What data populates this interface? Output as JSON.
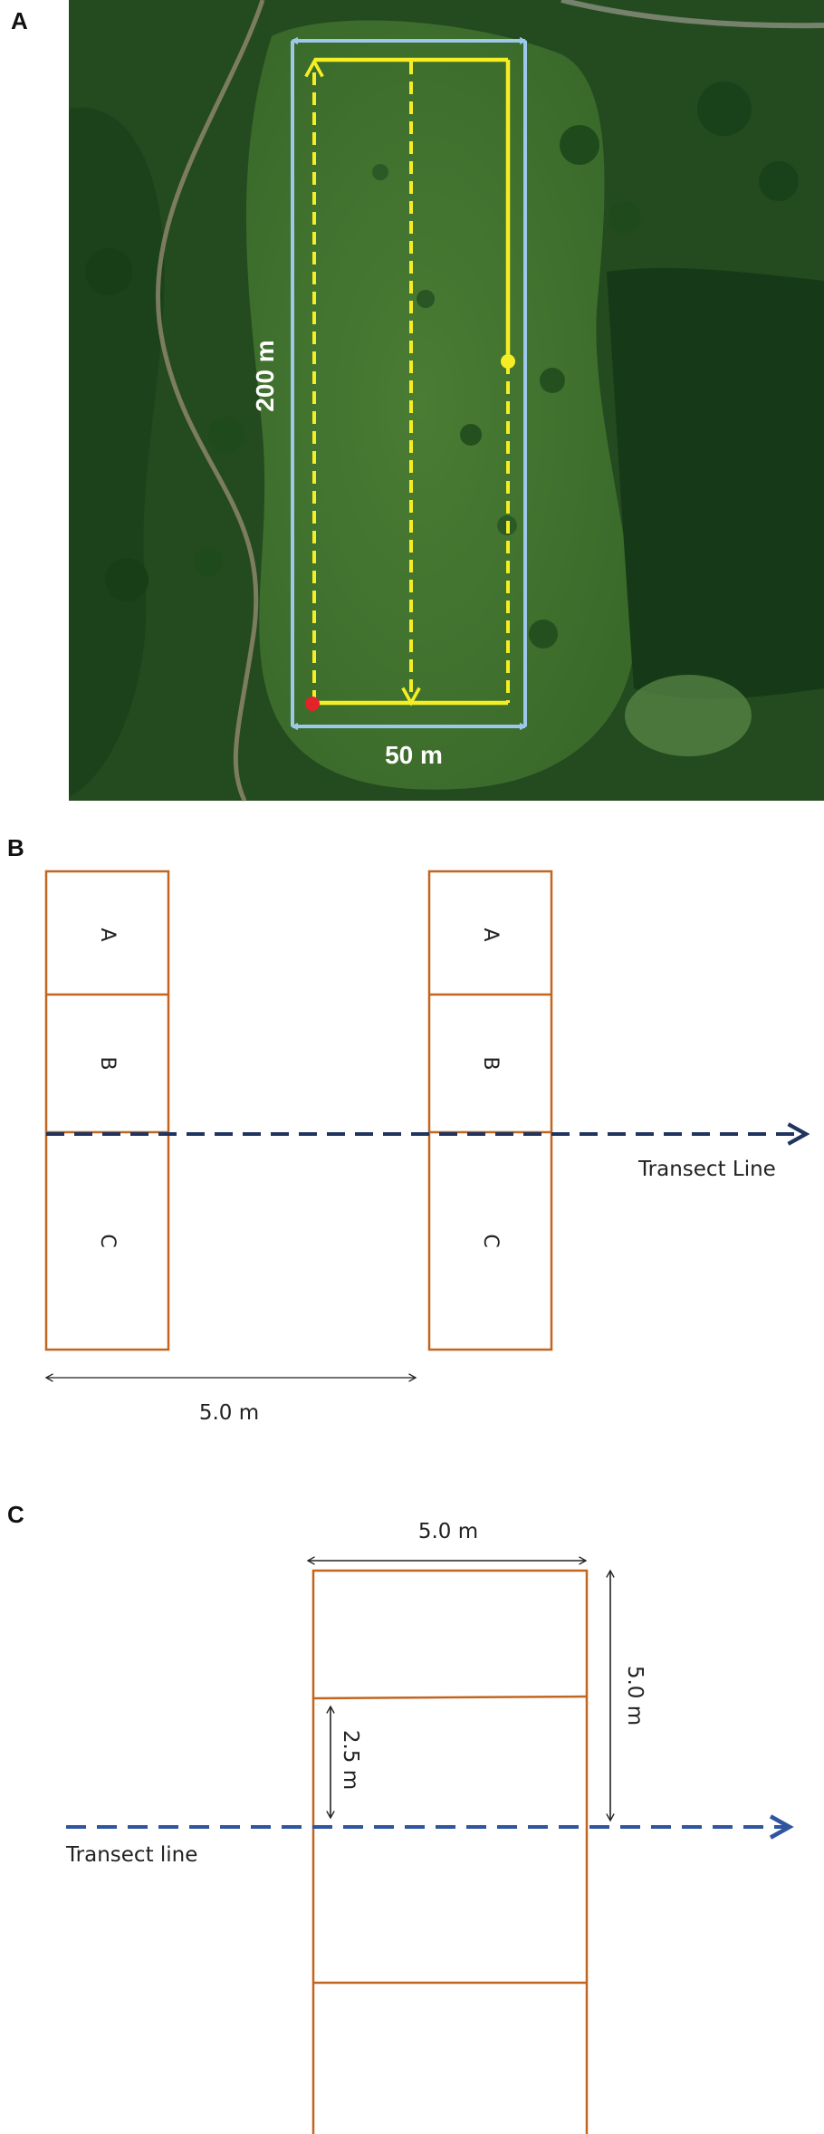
{
  "panels": {
    "a": {
      "letter": "A",
      "height_label": "200 m",
      "width_label": "50 m"
    },
    "b": {
      "letter": "B",
      "plot_labels": [
        "A",
        "B",
        "C"
      ],
      "transect_label": "Transect Line",
      "spacing_label": "5.0 m"
    },
    "c": {
      "letter": "C",
      "width_label": "5.0 m",
      "height_label": "5.0 m",
      "offset_label": "2.5 m",
      "transect_label": "Transect line"
    }
  },
  "colors": {
    "transect_yellow": "#f6ee24",
    "boundary_blue": "#9ec8ea",
    "start_marker": "#e3232a",
    "plot_outline": "#c2651f",
    "transect_navy": "#20345f",
    "transect_blue": "#2f55a0",
    "dimension_line": "#222222"
  }
}
